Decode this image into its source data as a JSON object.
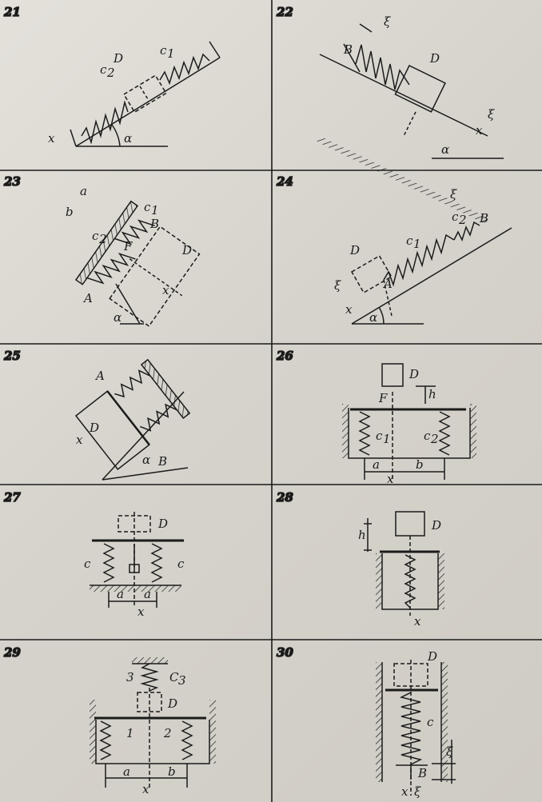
{
  "panels": [
    {
      "number": "21",
      "labels": {
        "D": "D",
        "c1": "c",
        "c1_sub": "1",
        "c2": "c",
        "c2_sub": "2",
        "x": "x",
        "alpha": "α"
      }
    },
    {
      "number": "22",
      "labels": {
        "B": "B",
        "D": "D",
        "xi_top": "ξ",
        "xi_right": "ξ",
        "x": "x",
        "alpha": "α"
      }
    },
    {
      "number": "23",
      "labels": {
        "a": "a",
        "b": "b",
        "c1": "c",
        "c1_sub": "1",
        "c2": "c",
        "c2_sub": "2",
        "B": "B",
        "F": "F",
        "D": "D",
        "A": "A",
        "x": "x",
        "alpha": "α"
      }
    },
    {
      "number": "24",
      "labels": {
        "xi_top": "ξ",
        "c2": "c",
        "c2_sub": "2",
        "B": "B",
        "c1": "c",
        "c1_sub": "1",
        "D": "D",
        "A": "A",
        "xi_left": "ξ",
        "x": "x",
        "alpha": "α"
      }
    },
    {
      "number": "25",
      "labels": {
        "A": "A",
        "D": "D",
        "x": "x",
        "alpha": "α",
        "B": "B"
      }
    },
    {
      "number": "26",
      "labels": {
        "D": "D",
        "h": "h",
        "F": "F",
        "c1": "c",
        "c1_sub": "1",
        "c2": "c",
        "c2_sub": "2",
        "a": "a",
        "b": "b",
        "x": "x"
      }
    },
    {
      "number": "27",
      "labels": {
        "D": "D",
        "c_left": "c",
        "c_right": "c",
        "a_left": "a",
        "a_right": "a",
        "x": "x"
      }
    },
    {
      "number": "28",
      "labels": {
        "D": "D",
        "h": "h",
        "x": "x"
      }
    },
    {
      "number": "29",
      "labels": {
        "n3": "3",
        "C3": "C",
        "C3_sub": "3",
        "D": "D",
        "n1": "1",
        "n2": "2",
        "a": "a",
        "b": "b",
        "x": "x"
      }
    },
    {
      "number": "30",
      "labels": {
        "D": "D",
        "c": "c",
        "xi_side": "ξ",
        "B": "B",
        "x": "x",
        "xi_bottom": "ξ"
      }
    }
  ],
  "colors": {
    "ink": "#1b1b1b",
    "paper": "#dedbd5"
  }
}
